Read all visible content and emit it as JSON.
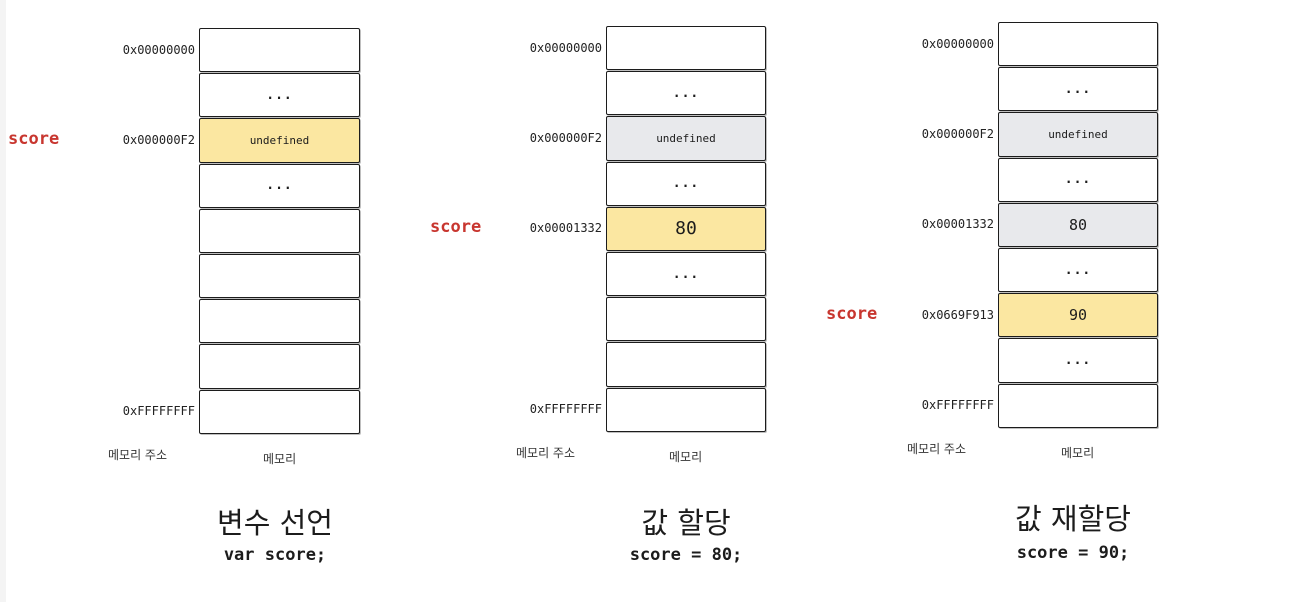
{
  "panels": [
    {
      "title": "변수 선언",
      "code": "var score;",
      "address_header": "메모리 주소",
      "memory_header": "메모리",
      "variable_label": "score",
      "cells": [
        {
          "address": "0x00000000",
          "value": "",
          "state": "empty"
        },
        {
          "address": "",
          "value": "...",
          "state": "empty"
        },
        {
          "address": "0x000000F2",
          "value": "undefined",
          "state": "active"
        },
        {
          "address": "",
          "value": "...",
          "state": "empty"
        },
        {
          "address": "",
          "value": "",
          "state": "empty"
        },
        {
          "address": "",
          "value": "",
          "state": "empty"
        },
        {
          "address": "",
          "value": "",
          "state": "empty"
        },
        {
          "address": "",
          "value": "",
          "state": "empty"
        },
        {
          "address": "0xFFFFFFFF",
          "value": "",
          "state": "empty"
        }
      ]
    },
    {
      "title": "값 할당",
      "code": "score = 80;",
      "address_header": "메모리 주소",
      "memory_header": "메모리",
      "variable_label": "score",
      "cells": [
        {
          "address": "0x00000000",
          "value": "",
          "state": "empty"
        },
        {
          "address": "",
          "value": "...",
          "state": "empty"
        },
        {
          "address": "0x000000F2",
          "value": "undefined",
          "state": "stale"
        },
        {
          "address": "",
          "value": "...",
          "state": "empty"
        },
        {
          "address": "0x00001332",
          "value": "80",
          "state": "active"
        },
        {
          "address": "",
          "value": "...",
          "state": "empty"
        },
        {
          "address": "",
          "value": "",
          "state": "empty"
        },
        {
          "address": "",
          "value": "",
          "state": "empty"
        },
        {
          "address": "0xFFFFFFFF",
          "value": "",
          "state": "empty"
        }
      ]
    },
    {
      "title": "값 재할당",
      "code": "score = 90;",
      "address_header": "메모리 주소",
      "memory_header": "메모리",
      "variable_label": "score",
      "cells": [
        {
          "address": "0x00000000",
          "value": "",
          "state": "empty"
        },
        {
          "address": "",
          "value": "...",
          "state": "empty"
        },
        {
          "address": "0x000000F2",
          "value": "undefined",
          "state": "stale"
        },
        {
          "address": "",
          "value": "...",
          "state": "empty"
        },
        {
          "address": "0x00001332",
          "value": "80",
          "state": "stale"
        },
        {
          "address": "",
          "value": "...",
          "state": "empty"
        },
        {
          "address": "0x0669F913",
          "value": "90",
          "state": "active"
        },
        {
          "address": "",
          "value": "...",
          "state": "empty"
        },
        {
          "address": "0xFFFFFFFF",
          "value": "",
          "state": "empty"
        }
      ]
    }
  ],
  "colors": {
    "active_cell": "#fbe7a1",
    "stale_cell": "#e8e9ec",
    "variable_label": "#c8362f",
    "border": "#1c1c1c"
  }
}
